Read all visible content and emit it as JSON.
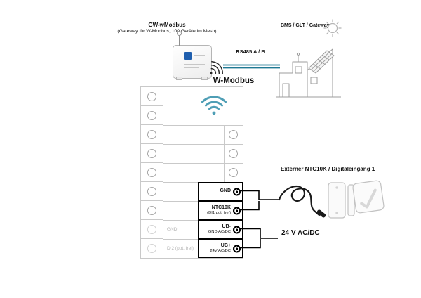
{
  "diagram": {
    "gateway": {
      "title": "GW-wModbus",
      "subtitle": "(Gateway für W-Modbus, 100 Geräte im Mesh)"
    },
    "bus": {
      "label": "RS485 A / B"
    },
    "bms": {
      "label": "BMS / GLT / Gateway"
    },
    "wireless": {
      "label": "W-Modbus"
    },
    "terminal_block": {
      "left_gray_labels": [
        {
          "label": "GND"
        },
        {
          "label": "DI2 (pot. frei)"
        }
      ],
      "right_terminals": [
        {
          "label": "GND",
          "sublabel": ""
        },
        {
          "label": "NTC10K",
          "sublabel": "(DI1 pot. frei)"
        },
        {
          "label": "UB-",
          "sublabel": "GND AC/DC"
        },
        {
          "label": "UB+",
          "sublabel": "24V AC/DC"
        }
      ]
    },
    "supply": {
      "label": "24 V AC/DC"
    },
    "external": {
      "label": "Externer NTC10K / Digitaleingang 1"
    },
    "icons": {
      "wmodbus_wifi": "wifi",
      "device_wifi": "wifi",
      "sun": "sun",
      "building": "building-with-solar-panel",
      "ntc_probe": "coiled-cable-probe",
      "contact_sensor": "door-contact-sensor",
      "room_sensor": "wall-mounted-room-sensor"
    },
    "colors": {
      "bus_line_teal": "#1e7893",
      "wifi_teal": "#4e9eb5",
      "grid_gray": "#c9c9c9",
      "terminal_black": "#000000",
      "muted_gray": "#b3b3b3",
      "logo_blue": "#1f5fae"
    }
  }
}
